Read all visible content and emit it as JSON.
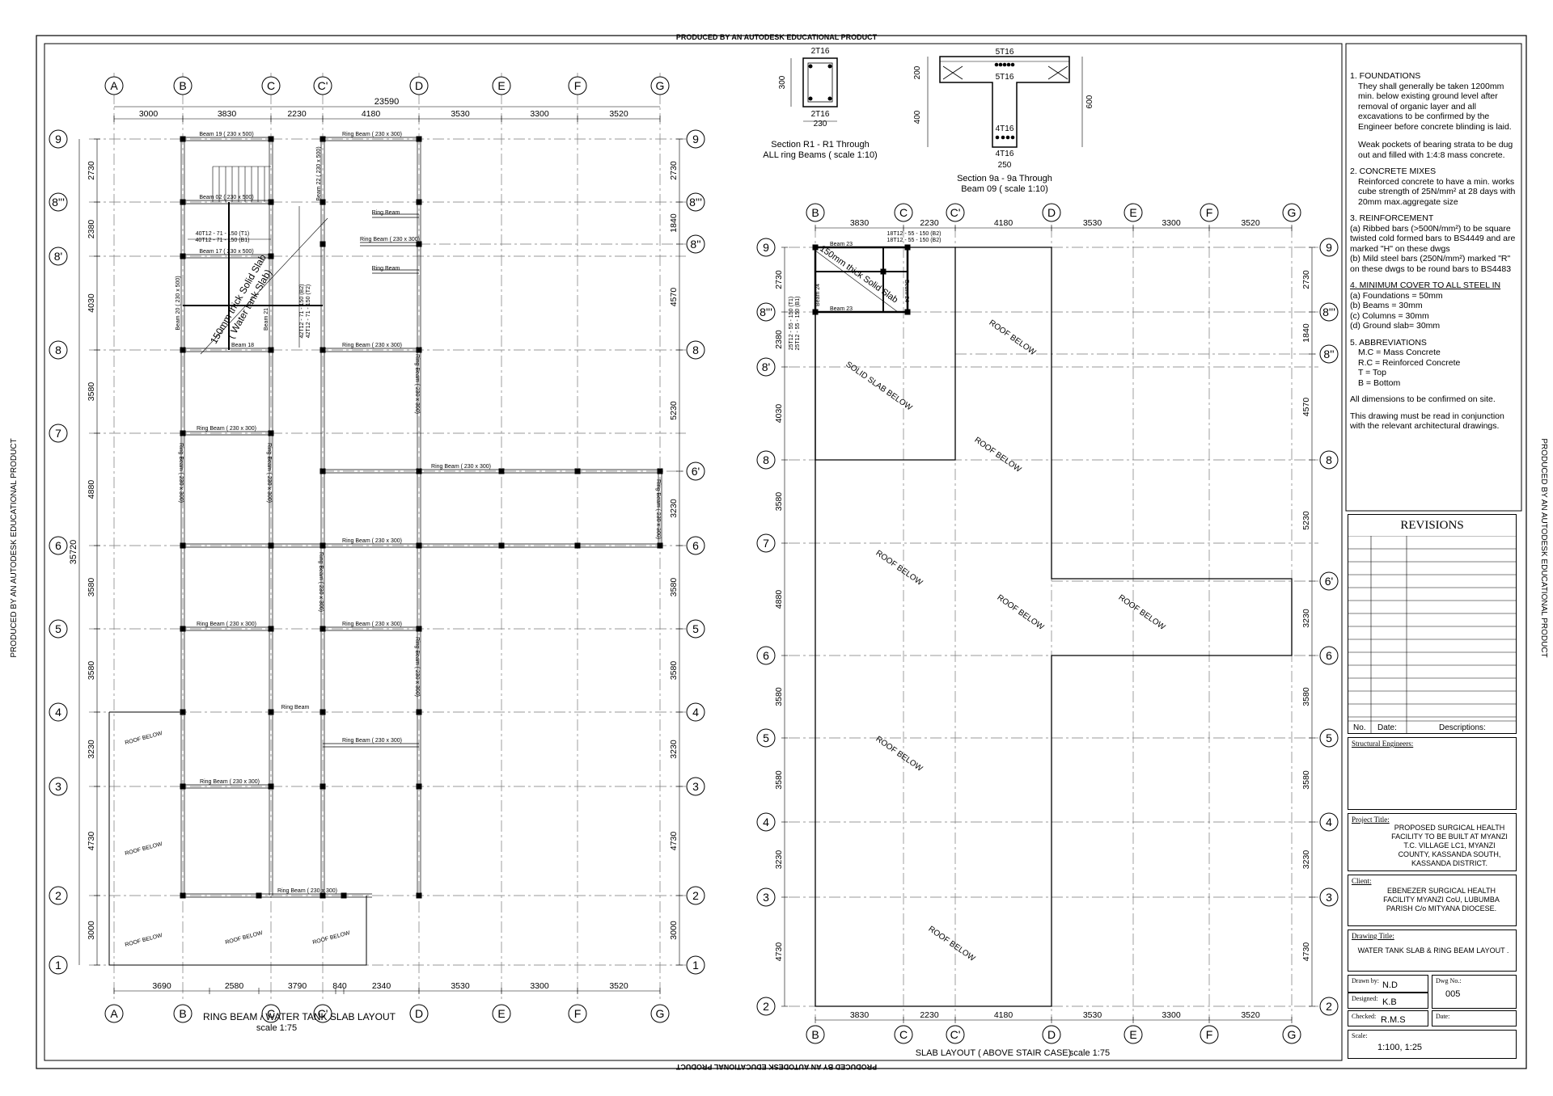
{
  "watermark": "PRODUCED BY AN AUTODESK EDUCATIONAL PRODUCT",
  "left_plan": {
    "title": "RING BEAM / WATER TANK SLAB  LAYOUT",
    "scale": "scale 1:75",
    "col_labels": [
      "A",
      "B",
      "C",
      "C'",
      "D",
      "E",
      "F",
      "G"
    ],
    "top_dims": [
      "3000",
      "3830",
      "2230",
      "4180",
      "3530",
      "3300",
      "3520"
    ],
    "overall_top": "23590",
    "bottom_dims": [
      "3690",
      "2580",
      "3790",
      "840",
      "2340",
      "3530",
      "3300",
      "3520"
    ],
    "row_labels": [
      "9",
      "8'''",
      "8'",
      "8",
      "7",
      "6",
      "5",
      "4",
      "3",
      "2",
      "1"
    ],
    "right_row_labels": [
      "9",
      "8'''",
      "8''",
      "8",
      "6'",
      "6",
      "5",
      "4",
      "3",
      "2",
      "1"
    ],
    "left_dims": [
      "2730",
      "2380",
      "4030",
      "3580",
      "4880",
      "3580",
      "3580",
      "3230",
      "4730",
      "3000"
    ],
    "right_dims": [
      "2730",
      "1840",
      "4570",
      "5230",
      "3230",
      "3580",
      "3580",
      "3230",
      "4730",
      "3000"
    ],
    "overall_left": "35720",
    "labels": {
      "beam19": "Beam 19 ( 230 x 500)",
      "beam02": "Beam 02 ( 230 x 500)",
      "beam17": "Beam 17 ( 230 x 500)",
      "beam18": "Beam 18",
      "beam20": "Beam 20 ( 230 x 500)",
      "beam21": "Beam 21",
      "beam22": "Beam 22 ( 230 x 500)",
      "rb": "Ring Beam ( 230 x 300)",
      "rb_short": "Ring Beam",
      "slab1": "150mm thick Solid Slab",
      "slab2": "( Water tank Slab)",
      "bars_t1": "40T12 - 71 - 150 (T1)",
      "bars_b1": "40T12 - 71 - 150 (B1)",
      "bars_b2": "42T12 - 71 - 150 (B2)",
      "bars_t2": "42T12 - 71 - 150 (T2)",
      "roof_below": "ROOF  BELOW"
    }
  },
  "sections": {
    "r1_top": "2T16",
    "r1_bot": "2T16",
    "r1_h": "300",
    "r1_w": "230",
    "r1_cap1": "Section R1 - R1 Through",
    "r1_cap2": "ALL  ring  Beams  ( scale 1:10)",
    "s9_top": "5T16",
    "s9_top2": "5T16",
    "s9_mid": "4T16",
    "s9_bot": "4T16",
    "s9_w": "250",
    "s9_h1": "200",
    "s9_h2": "400",
    "s9_h3": "600",
    "s9_cap1": "Section  9a  - 9a Through",
    "s9_cap2": "Beam 09  ( scale 1:10)"
  },
  "right_plan": {
    "title": "SLAB  LAYOUT ( ABOVE STAIR CASE)",
    "scale": "scale 1:75",
    "col_labels": [
      "B",
      "C",
      "C'",
      "D",
      "E",
      "F",
      "G"
    ],
    "top_dims": [
      "3830",
      "2230",
      "4180",
      "3530",
      "3300",
      "3520"
    ],
    "bottom_dims": [
      "3830",
      "2230",
      "4180",
      "3530",
      "3300",
      "3520"
    ],
    "row_labels": [
      "9",
      "8'''",
      "8'",
      "8",
      "7",
      "6",
      "5",
      "4",
      "3",
      "2"
    ],
    "right_row_labels": [
      "9",
      "8'''",
      "8''",
      "8",
      "6'",
      "6",
      "5",
      "4",
      "3",
      "2"
    ],
    "left_dims": [
      "2730",
      "2380",
      "4030",
      "3580",
      "4880",
      "3580",
      "3580",
      "3230",
      "4730"
    ],
    "right_dims": [
      "2730",
      "1840",
      "4570",
      "5230",
      "3230",
      "3580",
      "3580",
      "3230",
      "4730"
    ],
    "labels": {
      "beam23": "Beam 23",
      "beam24": "Beam 24",
      "slab": "150mm thick Solid Slab",
      "bars1": "18T12 - 55 - 150 (B2)",
      "bars2": "18T12 - 55 - 150 (B2)",
      "bars3": "25T12 - 55 - 150 (T1)",
      "bars4": "25T12 - 55 - 150 (B1)",
      "solid_slab_below": "SOLID SLAB BELOW",
      "roof_below": "ROOF  BELOW"
    }
  },
  "notes": {
    "n1_h": "1. FOUNDATIONS",
    "n1_p": "They shall generally be taken 1200mm min. below existing ground level after removal of organic layer and all excavations to be confirmed by the Engineer before concrete blinding is laid.",
    "n1_p2": "Weak pockets of bearing strata to be dug out and filled with 1:4:8 mass concrete.",
    "n2_h": "2. CONCRETE MIXES",
    "n2_p": "Reinforced concrete to have a min. works cube strength of 25N/mm² at 28 days with 20mm max.aggregate size",
    "n3_h": "3. REINFORCEMENT",
    "n3_a": "(a)  Ribbed bars (>500N/mm²) to be square twisted cold formed bars to BS4449 and are marked \"H\" on these dwgs",
    "n3_b": "(b)  Mild steel bars (250N/mm²) marked \"R\" on these dwgs to be round bars to BS4483",
    "n4_h": "4. MINIMUM COVER TO ALL STEEL IN",
    "n4_a": "(a)  Foundations =       50mm",
    "n4_b": "(b)  Beams       =        30mm",
    "n4_c": "(c)  Columns     =       30mm",
    "n4_d": "(d)  Ground slab=       30mm",
    "n5_h": "5. ABBREVIATIONS",
    "n5_a": "M.C    =      Mass Concrete",
    "n5_b": "R.C    =      Reinforced Concrete",
    "n5_c": "T        =      Top",
    "n5_d": "B        =      Bottom",
    "n6": "All dimensions to be confirmed on site.",
    "n7": "This drawing must be read in conjunction with the relevant architectural drawings."
  },
  "title_block": {
    "revisions": "REVISIONS",
    "rev_no": "No.",
    "rev_date": "Date:",
    "rev_desc": "Descriptions:",
    "struct_eng": "Structural Engineers:",
    "project_label": "Project Title:",
    "project": "PROPOSED SURGICAL HEALTH FACILITY TO BE BUILT AT MYANZI T.C. VILLAGE LC1, MYANZI COUNTY, KASSANDA SOUTH, KASSANDA DISTRICT.",
    "client_label": "Client:",
    "client": "EBENEZER SURGICAL HEALTH FACILITY MYANZI CoU, LUBUMBA PARISH C/o MITYANA DIOCESE.",
    "drawing_label": "Drawing Title:",
    "drawing": "WATER TANK SLAB & RING BEAM LAYOUT .",
    "drawn_label": "Drawn by:",
    "drawn": "N.D",
    "dwg_label": "Dwg No.:",
    "dwg": "005",
    "designed_label": "Designed:",
    "designed": "K.B",
    "checked_label": "Checked:",
    "checked": "R.M.S",
    "date_label": "Date:",
    "scale_label": "Scale:",
    "scale": "1:100, 1:25"
  }
}
